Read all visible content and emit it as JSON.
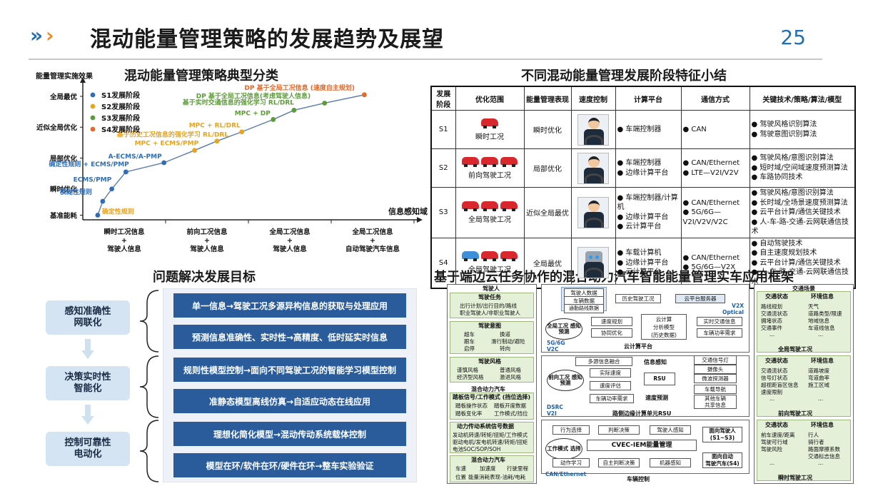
{
  "header": {
    "title": "混动能量管理策略的发展趋势及展望",
    "page_number": "25"
  },
  "sections": {
    "chart_title": "混动能量管理策略典型分类",
    "table_title": "不同混动能量管理发展阶段特征小结",
    "goals_title": "问题解决发展目标",
    "framework_title": "基于端边云任务协作的混合动力汽车智能能量管理实车应用框架"
  },
  "chart_data": {
    "type": "scatter",
    "ylabel": "能量管理实施效果",
    "xlabel": "信息感知域",
    "y_levels": [
      "基准能耗",
      "瞬时优化",
      "局部优化",
      "近似全局优化",
      "全局最优"
    ],
    "x_groups": [
      {
        "top": "瞬时工况信息",
        "plus": "+",
        "bottom": "驾驶人信息"
      },
      {
        "top": "前向工况信息",
        "plus": "+",
        "bottom": "驾驶人信息"
      },
      {
        "top": "全局工况信息",
        "plus": "+",
        "bottom": "驾驶人信息"
      },
      {
        "top": "全局工况信息",
        "plus": "+",
        "bottom": "自动驾驶汽车信息"
      }
    ],
    "legend": [
      {
        "name": "S1发展阶段",
        "color": "#2f6db5"
      },
      {
        "name": "S2发展阶段",
        "color": "#e6a41f"
      },
      {
        "name": "S3发展阶段",
        "color": "#5c9b3a"
      },
      {
        "name": "S4发展阶段",
        "color": "#e2692b"
      }
    ],
    "points": [
      {
        "x": 0.18,
        "y": 0.15,
        "stage": 0,
        "label": "确定性规则",
        "label_color": "#e6a41f"
      },
      {
        "x": 0.24,
        "y": 0.6,
        "stage": 0,
        "label": "模糊性规则",
        "label_color": "#2f6db5"
      },
      {
        "x": 0.35,
        "y": 1.0,
        "stage": 0,
        "label": "ECMS/PMP",
        "label_color": "#2f6db5"
      },
      {
        "x": 0.52,
        "y": 1.55,
        "stage": 0,
        "label": "确定性规则 + ECMS/PMP",
        "label_color": "#2f6db5"
      },
      {
        "x": 0.98,
        "y": 1.85,
        "stage": 0,
        "label": "A-ECMS/A-PMP",
        "label_color": "#2f6db5"
      },
      {
        "x": 1.35,
        "y": 2.25,
        "stage": 1,
        "label": "MPC + ECMS/PMP",
        "label_color": "#e6a41f"
      },
      {
        "x": 1.62,
        "y": 2.55,
        "stage": 1,
        "label": "基于历史工况信息的强化学习 RL/DRL",
        "label_color": "#e6a41f"
      },
      {
        "x": 1.92,
        "y": 2.85,
        "stage": 1,
        "label": "MPC + RL/DRL",
        "label_color": "#e6a41f"
      },
      {
        "x": 2.3,
        "y": 3.25,
        "stage": 2,
        "label": "MPC + DP",
        "label_color": "#5c9b3a"
      },
      {
        "x": 2.55,
        "y": 3.55,
        "stage": 2,
        "label": "基于实时交通信息的强化学习 RL/DRL",
        "label_color": "#5c9b3a"
      },
      {
        "x": 2.92,
        "y": 3.78,
        "stage": 2,
        "label": "DP 基于全局工况信息(考虑驾驶人信息)",
        "label_color": "#5c9b3a"
      },
      {
        "x": 3.4,
        "y": 4.05,
        "stage": 3,
        "label": "DP 基于全局工况信息 (速度自主规划)",
        "label_color": "#e2692b"
      }
    ],
    "x_range": [
      0,
      4
    ],
    "y_range": [
      0,
      4.3
    ],
    "grid": false,
    "legend_position": "top-left"
  },
  "goals": {
    "left": [
      "感知准确性\n网联化",
      "决策实时性\n智能化",
      "控制可靠性\n电动化"
    ],
    "items": [
      "单一信息→驾驶工况多源异构信息的获取与处理应用",
      "预测信息准确性、实时性→高精度、低时延实时信息",
      "规则性模型控制→面向不同驾驶工况的智能学习模型控制",
      "准静态模型离线仿真→自适应动态在线应用",
      "理想化简化模型→混动传动系统载体控制",
      "模型在环/软件在环/硬件在环→整车实验验证"
    ]
  },
  "table": {
    "headers": [
      "发展\n阶段",
      "优化范围",
      "能量管理表现",
      "速度控制",
      "计算平台",
      "通信方式",
      "关键技术/策略/算法/模型"
    ],
    "rows": [
      {
        "stage": "S1",
        "scene": "瞬时工况",
        "performance": "瞬时优化",
        "compute": [
          "● 车端控制器"
        ],
        "comm": [
          "● CAN"
        ],
        "key": [
          "● 驾驶风格识别算法",
          "● 驾驶意图识别算法"
        ]
      },
      {
        "stage": "S2",
        "scene": "前向驾驶工况",
        "performance": "局部优化",
        "compute": [
          "● 车端控制器",
          "● 边缘计算平台"
        ],
        "comm": [
          "● CAN/Ethernet",
          "● LTE—V2I/V2V"
        ],
        "key": [
          "● 驾驶风格/意图识别算法",
          "● 短时域/空间域速度预测算法",
          "● 车路协同技术"
        ]
      },
      {
        "stage": "S3",
        "scene": "全局驾驶工况",
        "performance": "近似全局最优",
        "compute": [
          "● 车端控制器/计算机",
          "● 边缘计算平台",
          "● 云计算平台"
        ],
        "comm": [
          "● CAN/Ethernet",
          "● 5G/6G—\nV2I/V2V/V2C"
        ],
        "key": [
          "● 驾驶风格/意图识别算法",
          "● 长时域/全场景速度预测算法",
          "● 云平台计算/通信关键技术",
          "● 人-车-路-交通-云网联通信技术"
        ]
      },
      {
        "stage": "S4",
        "scene": "全局驾驶工况",
        "performance": "全局最优",
        "compute": [
          "● 车载计算机",
          "● 边缘计算平台",
          "● 云计算平台"
        ],
        "comm": [
          "● CAN/Ethernet",
          "● 5G/6G—V2X"
        ],
        "key": [
          "● 自动驾驶技术",
          "● 自主速度规划技术",
          "● 云平台计算/通信关键技术",
          "● 人-车-路-交通-云网联通信技术"
        ]
      }
    ]
  },
  "framework": {
    "driver": "驾驶人",
    "task": "驾驶任务",
    "task_items": [
      "出行计划/出行目的/路线",
      "职业驾驶人/非职业驾驶人"
    ],
    "intent": "驾驶意图",
    "intent_items": [
      "超车",
      "换道",
      "跟车",
      "滑行制动/避险",
      "启停",
      "转向"
    ],
    "style": "驾驶风格",
    "style_items": [
      "谨慎风格",
      "普通风格",
      "经济型风格",
      "激进风格"
    ],
    "hev": "混合动力汽车",
    "pedal": "踏板信号/工作模式 (挡位选择)",
    "pedal_items": [
      "踏板操作状态",
      "踏板开度数据",
      "踏板变化率",
      "工作模式/挡位"
    ],
    "power": "动力传动系统信号数据",
    "power_items": [
      "发动机转速/转矩/扭矩/工作模式",
      "驱动电机/发电机转速/转矩/扭矩",
      "电池SOC/SOP/SOH"
    ],
    "hev2": "混合动力汽车",
    "hev2_items": [
      "车速",
      "加速度",
      "行驶里程",
      "位置",
      "能量消耗表现-油耗/电耗"
    ],
    "cloud_items": [
      "驾驶人数据",
      "车辆数据",
      "通勤路线数据"
    ],
    "history": "历史驾驶工况",
    "server": "云平台服务器",
    "v2x": "V2X\nOptical",
    "speed_plan": "速度规划",
    "coop": "协同优化",
    "cloud_calc": "云计算\n分析模型\n(历史数据)",
    "realtime": "实时交通信息",
    "demand": "车辆功率需求",
    "cloud_platform": "云计算平台",
    "global_circle": "全局工况\n感知预测",
    "g56": "5G/6G\nV2C",
    "fusion": "多源信息融合",
    "actual_speed": "实际速度",
    "speed_eval": "速度评估",
    "forward_circle": "前向工况\n感知预测",
    "info_sense": "信息感知",
    "rsu": "RSU",
    "rsu_items": [
      "交通信号灯",
      "摄像头",
      "微波探测器",
      "车载导航",
      "其他车辆\n共享信息"
    ],
    "speed_predict": "速度预测",
    "power_demand": "车辆功率需求",
    "edge": "路侧边缘计算单元RSU",
    "dsrc": "DSRC\nV2I",
    "behav": "行为选择",
    "judge": "判断决策",
    "driver_sense": "驾驶人感知",
    "mode_circle": "工作模式\n选择",
    "cvec": "CVEC-IEM能量管理",
    "action": "动作学习",
    "self_judge": "自主判断决策",
    "machine_sense": "机器感知",
    "human_driver": "面向驾驶人\n(S1~S3)",
    "auto_driver": "面向自动\n驾驶汽车(S4)",
    "vehicle_ctrl": "车辆控制",
    "can": "CAN/Ethernet",
    "traffic_scene": "交通场景",
    "traffic_state": "交通状态",
    "env_info": "环境信息",
    "global_state": [
      "路线规划",
      "交通流状态",
      "拥堵状态",
      "交通事件"
    ],
    "global_env": [
      "天气",
      "道路类型/限速",
      "地域信息",
      "车道线信息"
    ],
    "global_label": "全局驾驶工况",
    "forward_state": [
      "交通流状态",
      "信号灯状态",
      "超视距盲区信息",
      "速度限制"
    ],
    "forward_env": [
      "道路坡度",
      "弯道曲率",
      "施工区域"
    ],
    "forward_label": "前向驾驶工况",
    "instant_state": [
      "前车速度/距离",
      "驾驶可行域",
      "驾驶风险"
    ],
    "instant_env": [
      "行人",
      "骑行者",
      "路面摩擦系数",
      "交通标志信息"
    ],
    "instant_label": "瞬时驾驶工况",
    "ellipsis": "..."
  }
}
